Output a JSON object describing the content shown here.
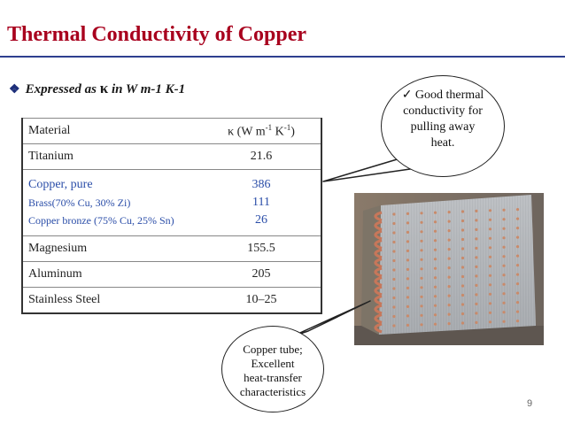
{
  "title": "Thermal Conductivity of Copper",
  "bullet": {
    "icon": "diamond-bullet-icon",
    "prefix": "Expressed as",
    "symbol": "κ",
    "suffix": " in W m-1 K-1"
  },
  "table": {
    "header": {
      "material": "Material",
      "unit_prefix": "κ (W m",
      "unit_sup1": "-1",
      "unit_mid": " K",
      "unit_sup2": "-1",
      "unit_suffix": ")"
    },
    "rows": [
      {
        "material": "Titanium",
        "value": "21.6"
      },
      {
        "materials": [
          "Copper, pure",
          "Brass(70% Cu, 30% Zi)",
          "Copper bronze (75% Cu, 25% Sn)"
        ],
        "values": [
          "386",
          "111",
          "26"
        ]
      },
      {
        "material": "Magnesium",
        "value": "155.5"
      },
      {
        "material": "Aluminum",
        "value": "205"
      },
      {
        "material": "Stainless Steel",
        "value": "10–25"
      }
    ]
  },
  "bubble_top": {
    "check": "✓",
    "lines": [
      "Good thermal",
      "conductivity for",
      "pulling away",
      "heat."
    ]
  },
  "bubble_bottom": {
    "lines": [
      "Copper tube;",
      "Excellent",
      "heat-transfer",
      "characteristics"
    ]
  },
  "page_number": "9",
  "colors": {
    "title": "#a8001d",
    "rule": "#2e3f8f",
    "copper_text": "#2a4da8"
  }
}
